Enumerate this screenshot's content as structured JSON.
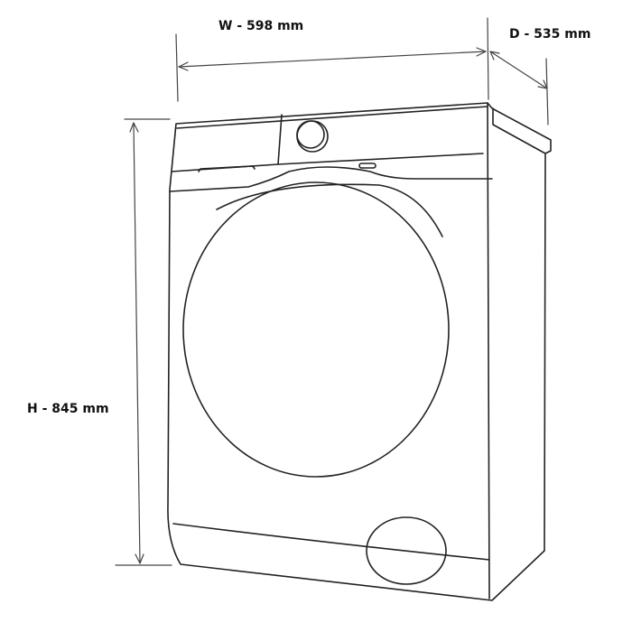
{
  "dimensions": {
    "width_label": "W - 598 mm",
    "depth_label": "D - 535 mm",
    "height_label": "H - 845 mm"
  }
}
